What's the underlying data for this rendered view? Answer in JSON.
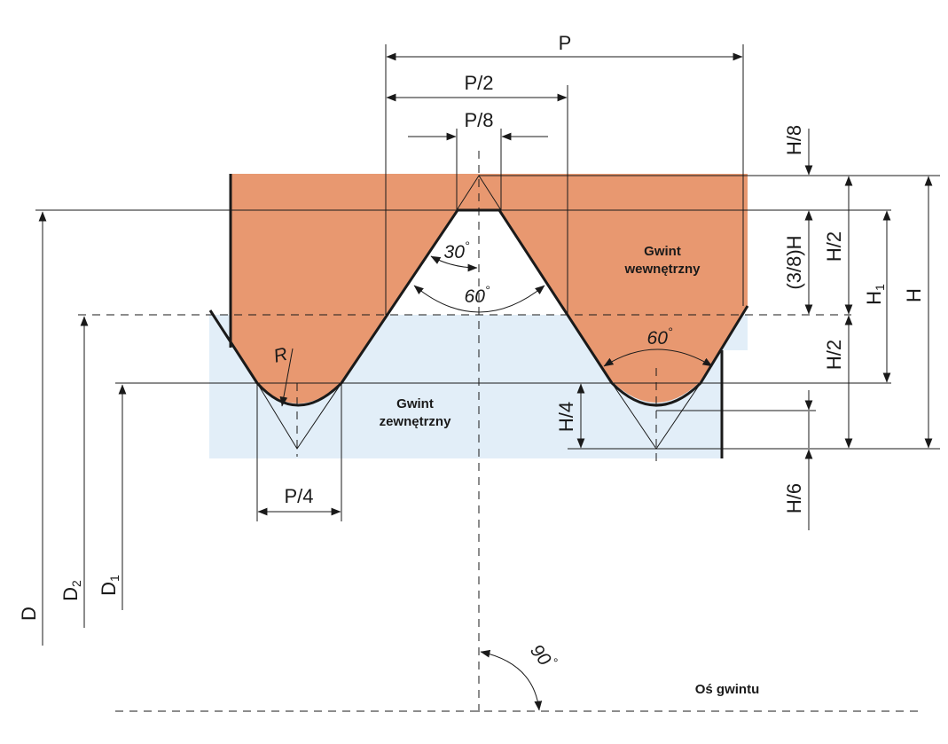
{
  "labels": {
    "p": "P",
    "p_half": "P/2",
    "p_eighth": "P/8",
    "p_quarter": "P/4",
    "h_eighth": "H/8",
    "h_three_eighths": "(3/8)H",
    "h_half_upper": "H/2",
    "h_half_lower": "H/2",
    "h1": "H",
    "h1_sub": "1",
    "h": "H",
    "h_quarter": "H/4",
    "h_sixth": "H/6",
    "d": "D",
    "d2": "D",
    "d2_sub": "2",
    "d1": "D",
    "d1_sub": "1",
    "radius": "R",
    "angle_30": "30",
    "angle_60_center": "60",
    "angle_60_right": "60",
    "angle_90": "90",
    "degree": "°",
    "internal_thread_line1": "Gwint",
    "internal_thread_line2": "wewnętrzny",
    "external_thread_line1": "Gwint",
    "external_thread_line2": "zewnętrzny",
    "thread_axis": "Oś gwintu"
  },
  "colors": {
    "internal_thread": "#e89870",
    "external_thread": "#e2eef8",
    "lines": "#1a1a1a"
  }
}
